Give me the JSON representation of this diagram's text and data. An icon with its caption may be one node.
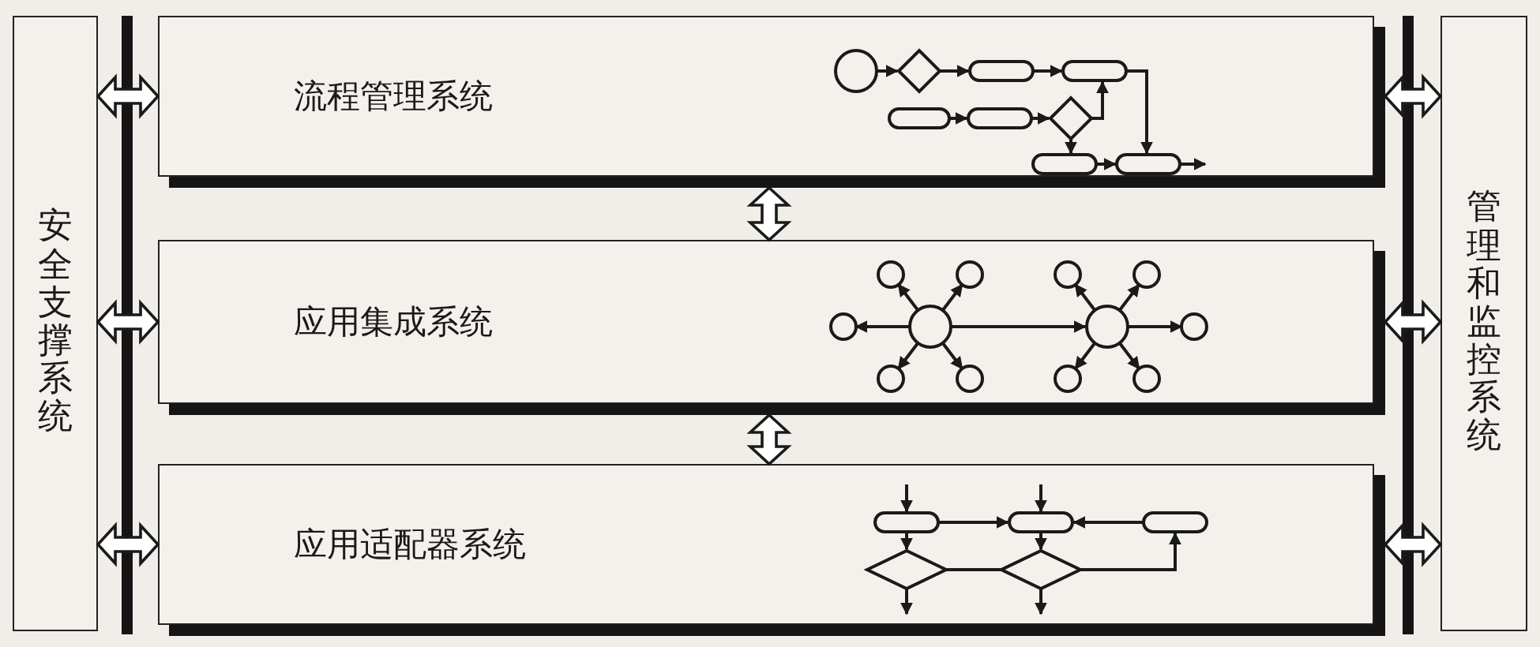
{
  "diagram": {
    "nodes": [
      {
        "text": [
          "安全支撑系统"
        ]
      },
      {
        "text": [
          "流程管理系统"
        ]
      },
      {
        "text": [
          "应用集成系统"
        ]
      },
      {
        "text": [
          "应用适配器系统"
        ]
      },
      {
        "text": [
          "管理和监控系统"
        ]
      }
    ],
    "edges": [
      {
        "from": 0,
        "to": 1,
        "arrow": "both"
      },
      {
        "from": 0,
        "to": 2,
        "arrow": "both"
      },
      {
        "from": 0,
        "to": 3,
        "arrow": "both"
      },
      {
        "from": 1,
        "to": 2,
        "arrow": "both"
      },
      {
        "from": 2,
        "to": 3,
        "arrow": "both"
      },
      {
        "from": 1,
        "to": 4,
        "arrow": "both"
      },
      {
        "from": 2,
        "to": 4,
        "arrow": "both"
      },
      {
        "from": 3,
        "to": 4,
        "arrow": "both"
      }
    ]
  }
}
